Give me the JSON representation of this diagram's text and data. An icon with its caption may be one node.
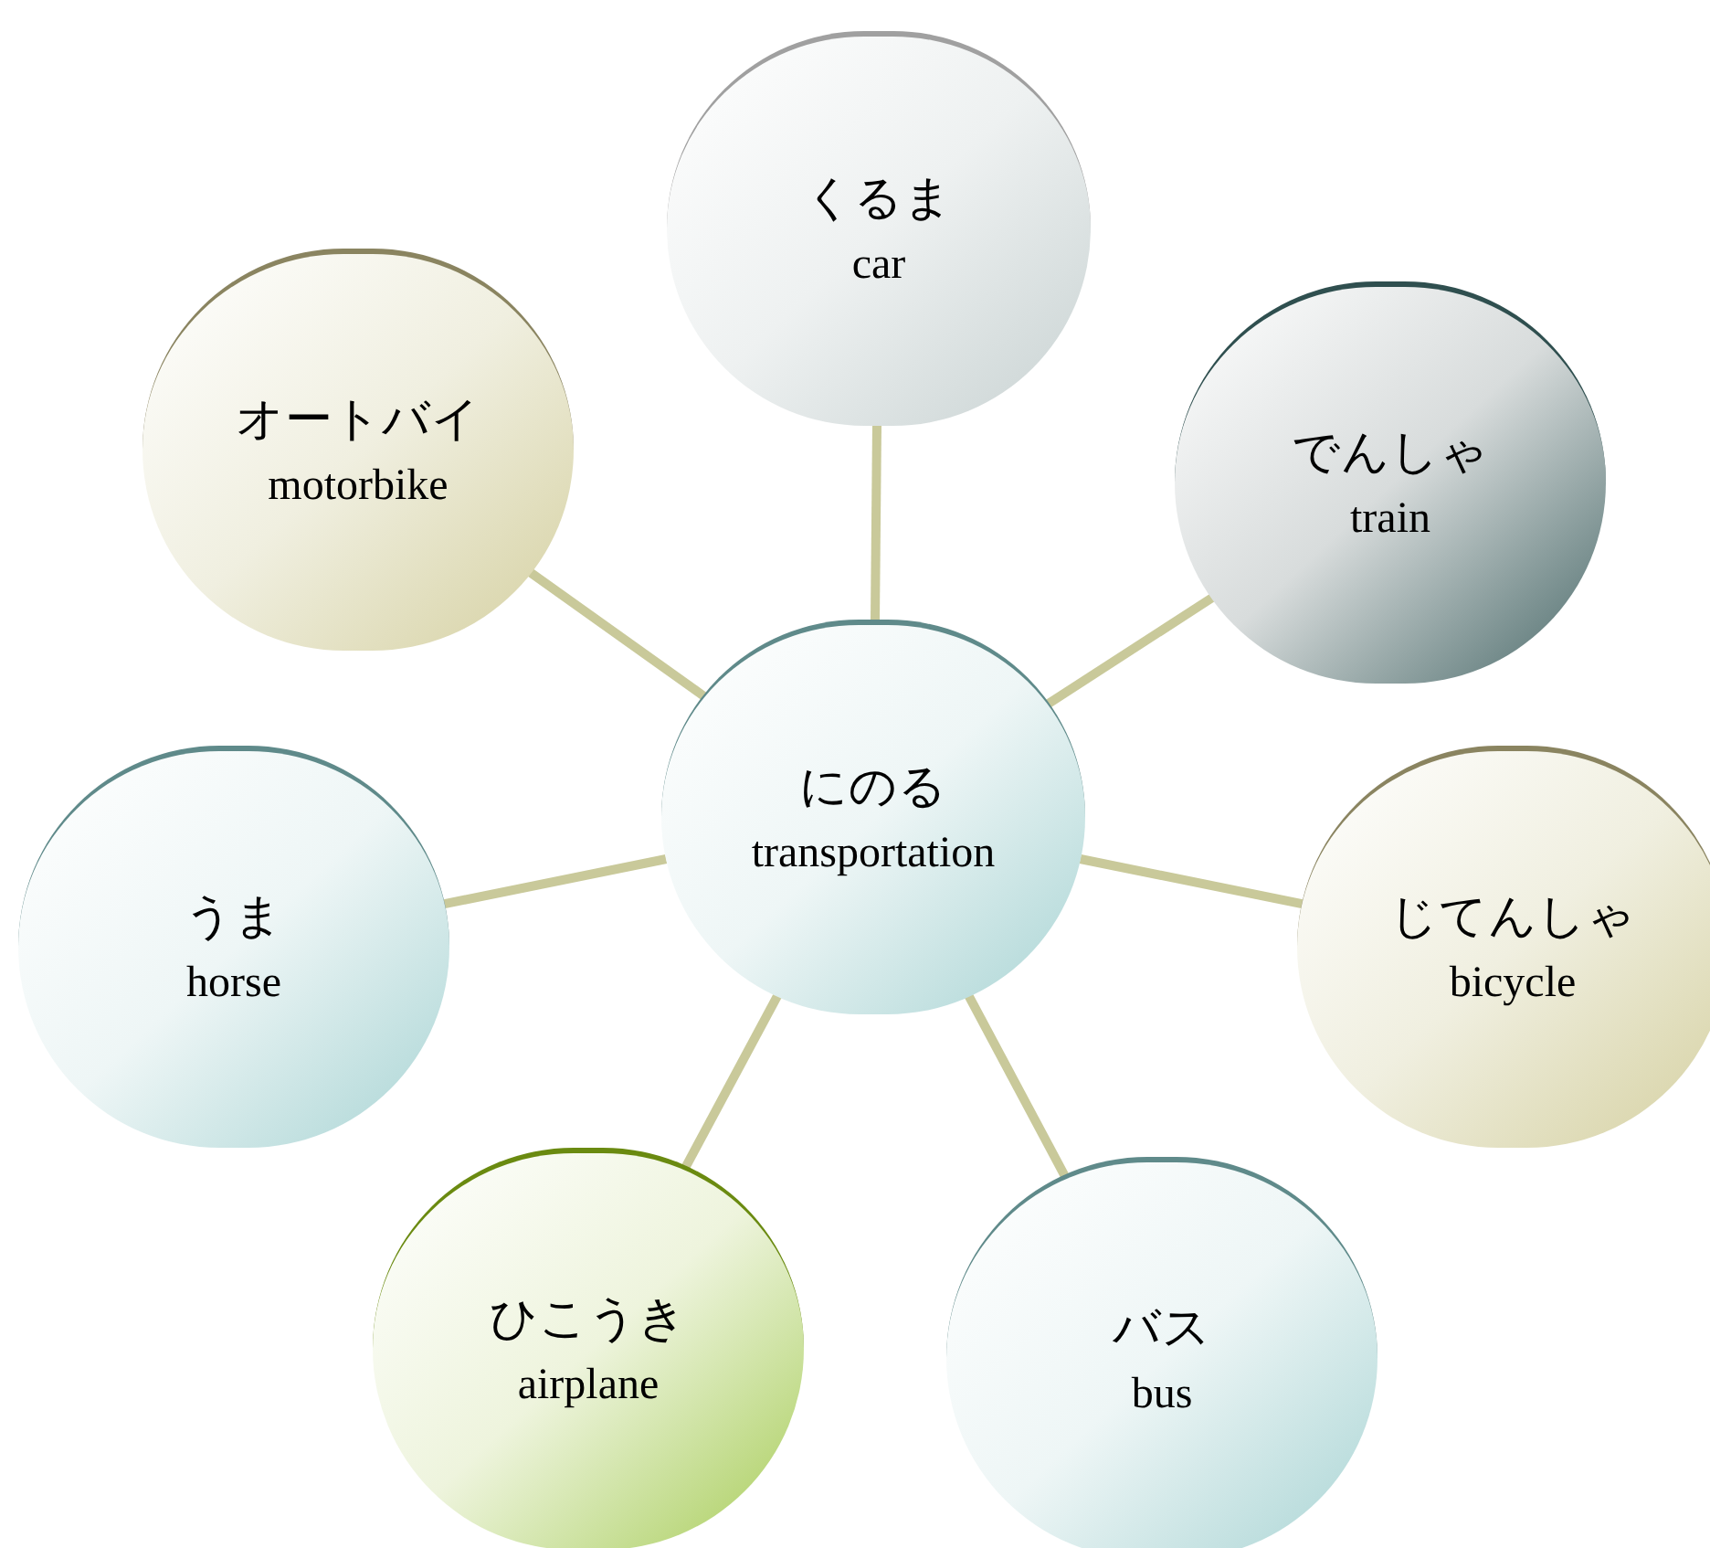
{
  "diagram": {
    "nodes": [
      {
        "text": [
          "にのる",
          "transportation"
        ]
      },
      {
        "text": [
          "くるま",
          "car"
        ]
      },
      {
        "text": [
          "でんしゃ",
          "train"
        ]
      },
      {
        "text": [
          "じてんしゃ",
          "bicycle"
        ]
      },
      {
        "text": [
          "バス",
          "bus"
        ]
      },
      {
        "text": [
          "ひこうき",
          "airplane"
        ]
      },
      {
        "text": [
          "うま",
          "horse"
        ]
      },
      {
        "text": [
          "オートバイ",
          "motorbike"
        ]
      }
    ],
    "edges": [
      {
        "from": 0,
        "to": 1,
        "arrow": "none"
      },
      {
        "from": 0,
        "to": 2,
        "arrow": "none"
      },
      {
        "from": 0,
        "to": 3,
        "arrow": "none"
      },
      {
        "from": 0,
        "to": 4,
        "arrow": "none"
      },
      {
        "from": 0,
        "to": 5,
        "arrow": "none"
      },
      {
        "from": 0,
        "to": 6,
        "arrow": "none"
      },
      {
        "from": 0,
        "to": 7,
        "arrow": "none"
      }
    ]
  }
}
